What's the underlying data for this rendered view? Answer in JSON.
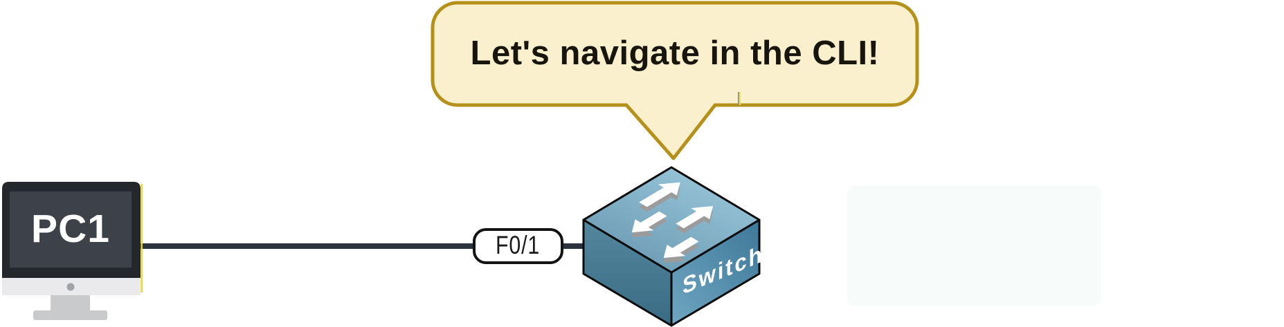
{
  "scene": {
    "background_color": "#FFFFFF",
    "speech_bubble": {
      "text": "Let's navigate in the CLI!",
      "fill_color": "#FBF0CD",
      "border_color": "#B5901B",
      "text_color": "#18140E"
    },
    "pc": {
      "label": "PC1",
      "label_color": "#FFFFFF",
      "frame_color": "#24282C",
      "screen_color": "#3D4248",
      "chin_color": "#EAEAEC",
      "stand_color": "#C8CACC",
      "camera_dot_color": "#A0A4A8",
      "edge_glitch_color": "#F0DB04"
    },
    "link": {
      "interface_label": "F0/1",
      "cable_color": "#2B333D",
      "label_fill": "#FFFFFF",
      "label_border_color": "#131313",
      "label_text_color": "#1A1A1A"
    },
    "switch": {
      "label": "Switch",
      "label_color": "#FFFFFF",
      "top_face_light": "#9AC7DB",
      "top_face_dark": "#6292AC",
      "left_face_light": "#54889F",
      "left_face_dark": "#3A6B84",
      "right_face_light": "#6FA6C1",
      "right_face_dark": "#3E7899",
      "outline_color": "#0B0B0B",
      "arrow_color": "#FFFFFF",
      "arrow_shadow_color": "#9B9B9B"
    },
    "artifacts": {
      "bubble_mark_gray": "#8F8F8F",
      "bubble_mark_yellow": "#EFE24A",
      "faint_panel_color": "#F7FBFA"
    }
  }
}
